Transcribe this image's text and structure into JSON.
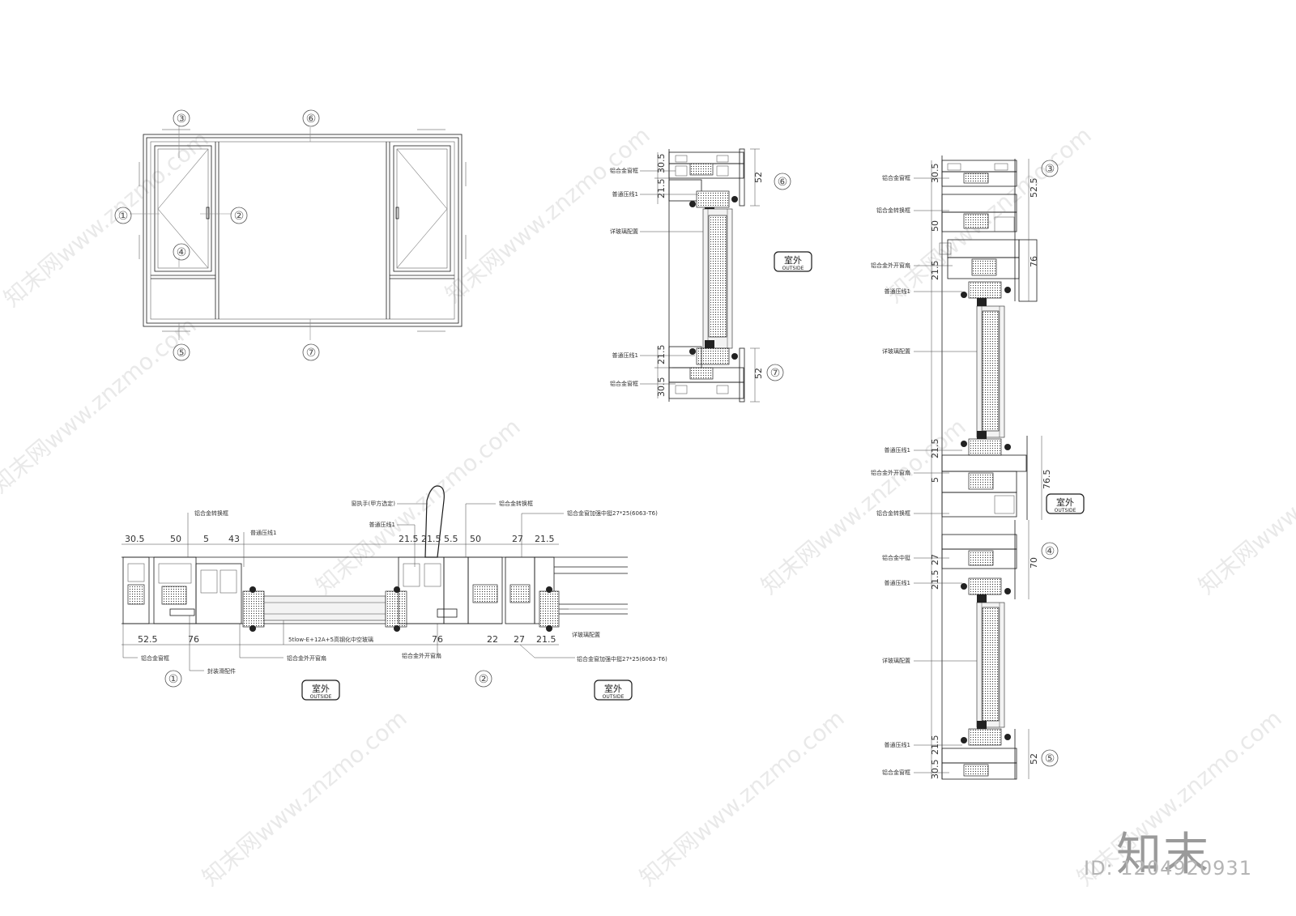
{
  "markers": [
    "①",
    "②",
    "③",
    "④",
    "⑤",
    "⑥",
    "⑦"
  ],
  "outside_tag": {
    "cn": "室外",
    "en": "OUTSIDE"
  },
  "horizontal_section": {
    "dims_top": [
      "30.5",
      "50",
      "5",
      "43",
      "21.5",
      "21.5",
      "5.5",
      "50",
      "27",
      "21.5"
    ],
    "dims_bottom": [
      "52.5",
      "76",
      "76",
      "22",
      "27",
      "21.5"
    ],
    "labels": {
      "transom_1": "铝合金转换框",
      "bead_1": "普通压线1",
      "handle": "窗执手(甲方选定)",
      "bead_2": "普通压线1",
      "transom_2": "铝合金转换框",
      "mullion_top": "铝合金窗加强中挺27*25(6063-T6)",
      "glass": "5tlow-E+12A+5高钢化中空玻璃",
      "sash_1": "铝合金外开窗扇",
      "frame": "铝合金窗框",
      "seal": "封装滑配件",
      "sash_2": "铝合金外开窗扇",
      "glass_config": "详玻璃配置",
      "mullion_bottom": "铝合金窗加强中挺27*25(6063-T6)"
    }
  },
  "vertical_section_a": {
    "dims_left": [
      "30.5",
      "21.5",
      "21.5",
      "30.5"
    ],
    "dims_right": [
      "52",
      "52"
    ],
    "labels": {
      "frame_top": "铝合金窗框",
      "bead_top": "普通压线1",
      "glass": "详玻璃配置",
      "bead_bottom": "普通压线1",
      "frame_bottom": "铝合金窗框"
    }
  },
  "vertical_section_b": {
    "dims_left": [
      "30.5",
      "50",
      "21.5",
      "21.5",
      "5",
      "27",
      "21.5",
      "21.5",
      "30.5"
    ],
    "dims_right": [
      "52.5",
      "76",
      "76.5",
      "70",
      "52"
    ],
    "labels": {
      "frame_top": "铝合金窗框",
      "transom_1": "铝合金转换框",
      "sash_1": "铝合金外开窗扇",
      "bead_1": "普通压线1",
      "glass_1": "详玻璃配置",
      "bead_2": "普通压线1",
      "sash_2": "铝合金外开窗扇",
      "transom_2": "铝合金转换框",
      "mullion": "铝合金中挺",
      "bead_3": "普通压线1",
      "glass_2": "详玻璃配置",
      "bead_4": "普通压线1",
      "frame_bottom": "铝合金窗框"
    }
  },
  "watermark": "知末网www.znzmo.com",
  "brand": "知末",
  "image_id": "ID: 1204920931"
}
